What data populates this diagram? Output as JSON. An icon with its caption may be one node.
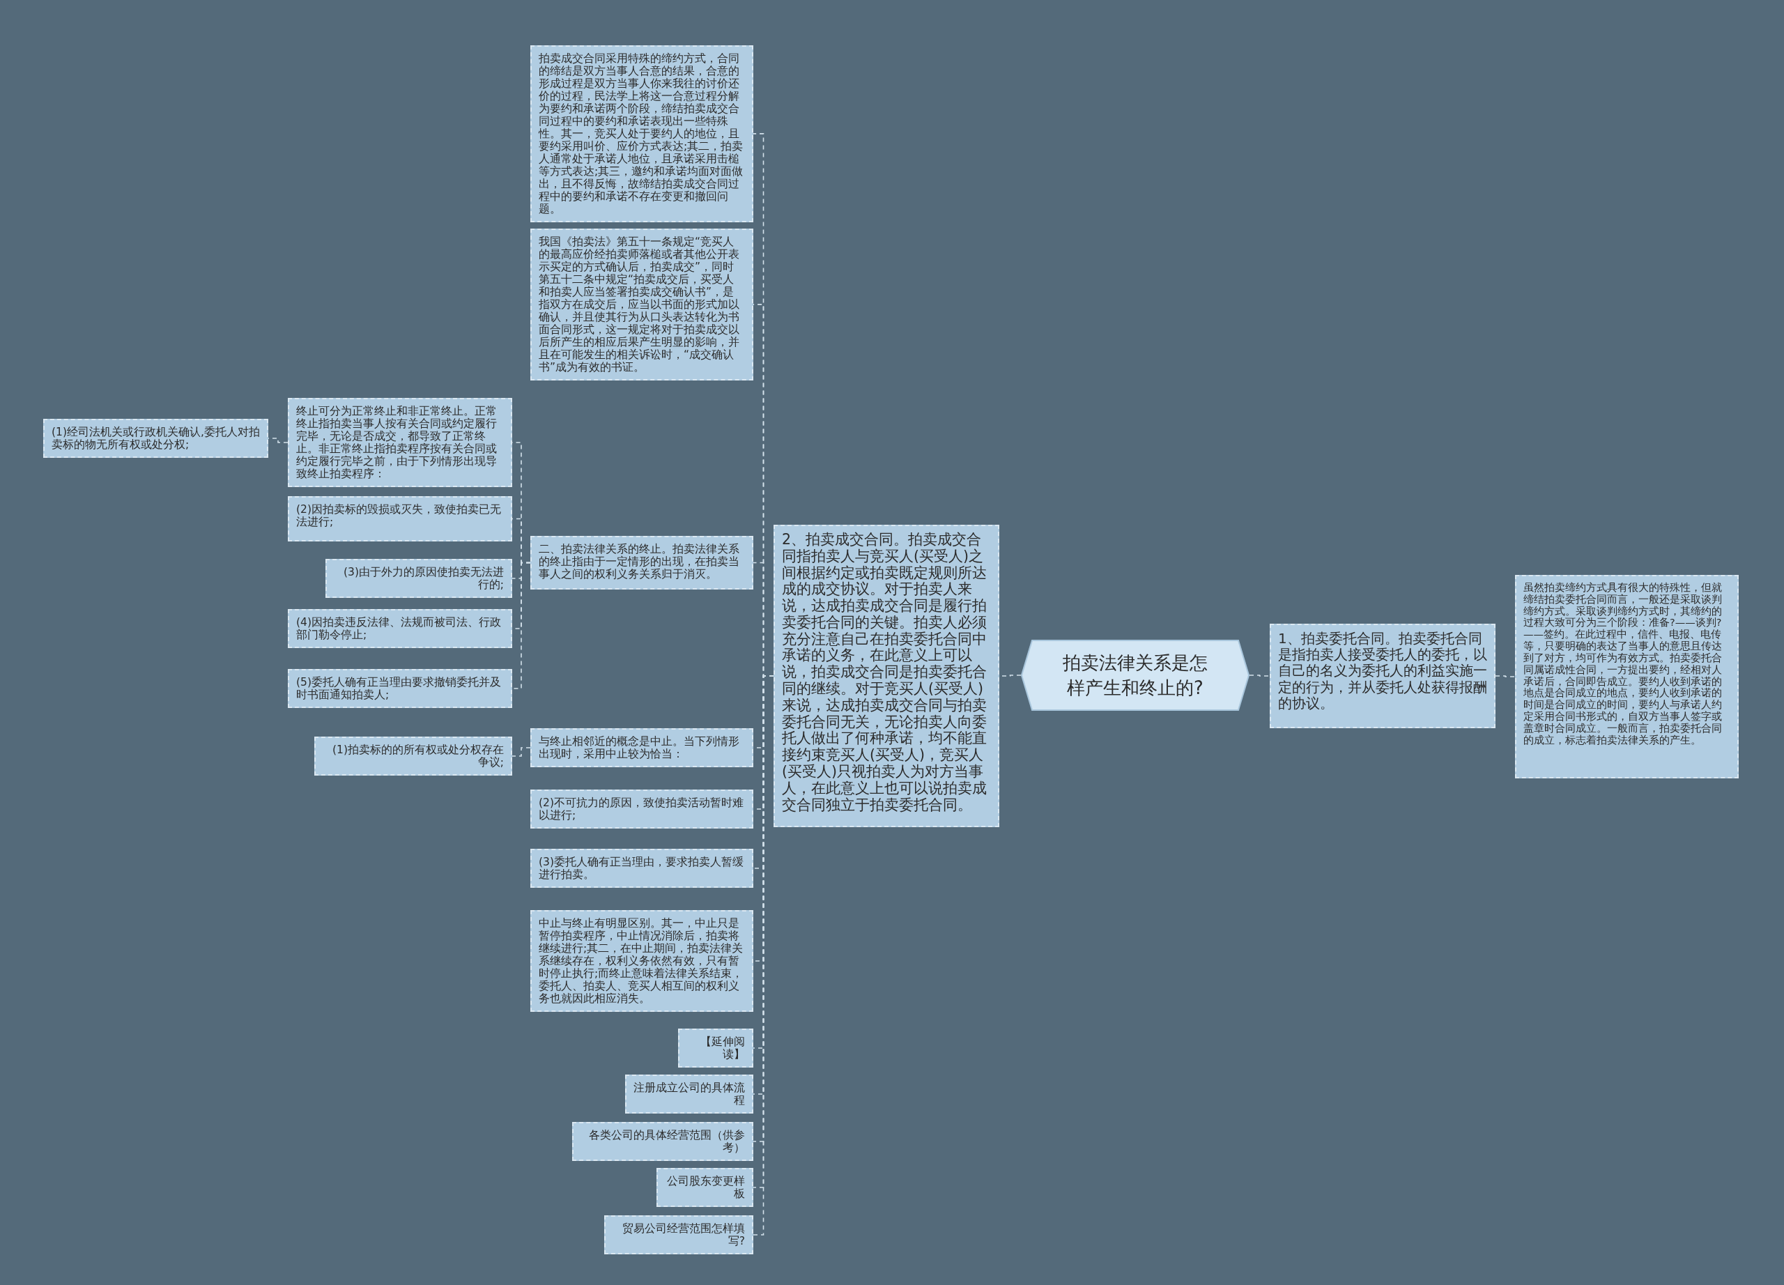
{
  "diagram": {
    "nodes": [
      {
        "text": [
          "拍卖法律关系是怎样产生和终止的?"
        ]
      },
      {
        "text": [
          "2、拍卖成交合同。拍卖成交合同指拍卖人与竞买人(买受人)之间根据约定或拍卖既定规则所达成的成交协议。对于拍卖人来说，达成拍卖成交合同是履行拍卖委托合同的关键。拍卖人必须充分注意自己在拍卖委托合同中承诺的义务，在此意义上可以说，拍卖成交合同是拍卖委托合同的继续。对于竞买人(买受人)来说，达成拍卖成交合同与拍卖委托合同无关，无论拍卖人向委托人做出了何种承诺，均不能直接约束竞买人(买受人)，竞买人(买受人)只视拍卖人为对方当事人，在此意义上也可以说拍卖成交合同独立于拍卖委托合同。"
        ]
      },
      {
        "text": [
          "拍卖成交合同采用特殊的缔约方式，合同的缔结是双方当事人合意的结果，合意的形成过程是双方当事人你来我往的讨价还价的过程，民法学上将这一合意过程分解为要约和承诺两个阶段，缔结拍卖成交合同过程中的要约和承诺表现出一些特殊性。其一，竞买人处于要约人的地位，且要约采用叫价、应价方式表达;其二，拍卖人通常处于承诺人地位，且承诺采用击槌等方式表达;其三，邀约和承诺均面对面做出，且不得反悔，故缔结拍卖成交合同过程中的要约和承诺不存在变更和撤回问题。"
        ]
      },
      {
        "text": [
          "我国《拍卖法》第五十一条规定“竞买人的最高应价经拍卖师落槌或者其他公开表示买定的方式确认后，拍卖成交”，同时第五十二条中规定“拍卖成交后，买受人和拍卖人应当签署拍卖成交确认书”，是指双方在成交后，应当以书面的形式加以确认，并且使其行为从口头表达转化为书面合同形式，这一规定将对于拍卖成交以后所产生的相应后果产生明显的影响，并且在可能发生的相关诉讼时，“成交确认书”成为有效的书证。"
        ]
      },
      {
        "text": [
          "二、拍卖法律关系的终止。拍卖法律关系的终止指由于一定情形的出现，在拍卖当事人之间的权利义务关系归于消灭。"
        ]
      },
      {
        "text": [
          "终止可分为正常终止和非正常终止。正常终止指拍卖当事人按有关合同或约定履行完毕，无论是否成交，都导致了正常终止。非正常终止指拍卖程序按有关合同或约定履行完毕之前，由于下列情形出现导致终止拍卖程序："
        ]
      },
      {
        "text": [
          "(1)经司法机关或行政机关确认,委托人对拍卖标的物无所有权或处分权;"
        ]
      },
      {
        "text": [
          "(2)因拍卖标的毁损或灭失，致使拍卖已无法进行;"
        ]
      },
      {
        "text": [
          "(3)由于外力的原因使拍卖无法进行的;"
        ]
      },
      {
        "text": [
          "(4)因拍卖违反法律、法规而被司法、行政部门勒令停止;"
        ]
      },
      {
        "text": [
          "(5)委托人确有正当理由要求撤销委托并及时书面通知拍卖人;"
        ]
      },
      {
        "text": [
          "与终止相邻近的概念是中止。当下列情形出现时，采用中止较为恰当："
        ]
      },
      {
        "text": [
          "(1)拍卖标的的所有权或处分权存在争议;"
        ]
      },
      {
        "text": [
          "(2)不可抗力的原因，致使拍卖活动暂时难以进行;"
        ]
      },
      {
        "text": [
          "(3)委托人确有正当理由，要求拍卖人暂缓进行拍卖。"
        ]
      },
      {
        "text": [
          "中止与终止有明显区别。其一，中止只是暂停拍卖程序，中止情况消除后，拍卖将继续进行;其二，在中止期间，拍卖法律关系继续存在，权利义务依然有效，只有暂时停止执行;而终止意味着法律关系结束，委托人、拍卖人、竞买人相互间的权利义务也就因此相应消失。"
        ]
      },
      {
        "text": [
          "【延伸阅读】"
        ]
      },
      {
        "text": [
          "注册成立公司的具体流程"
        ]
      },
      {
        "text": [
          "各类公司的具体经营范围（供参考）"
        ]
      },
      {
        "text": [
          "公司股东变更样板"
        ]
      },
      {
        "text": [
          "贸易公司经营范围怎样填写?"
        ]
      },
      {
        "text": [
          "1、拍卖委托合同。拍卖委托合同是指拍卖人接受委托人的委托，以自己的名义为委托人的利益实施一定的行为，并从委托人处获得报酬的协议。"
        ]
      },
      {
        "text": [
          "虽然拍卖缔约方式具有很大的特殊性，但就缔结拍卖委托合同而言，一般还是采取谈判缔约方式。采取谈判缔约方式时，其缔约的过程大致可分为三个阶段：准备?——谈判?——签约。在此过程中，信件、电报、电传等，只要明确的表达了当事人的意思且传达到了对方，均可作为有效方式。拍卖委托合同属诺成性合同，一方提出要约，经相对人承诺后，合同即告成立。要约人收到承诺的地点是合同成立的地点，要约人收到承诺的时间是合同成立的时间，要约人与承诺人约定采用合同书形式的，自双方当事人签字或盖章时合同成立。一般而言，拍卖委托合同的成立，标志着拍卖法律关系的产生。"
        ]
      }
    ],
    "edges": [
      {
        "from": 0,
        "to": 1,
        "arrow": "none"
      },
      {
        "from": 1,
        "to": 2,
        "arrow": "none"
      },
      {
        "from": 1,
        "to": 3,
        "arrow": "none"
      },
      {
        "from": 1,
        "to": 4,
        "arrow": "none"
      },
      {
        "from": 4,
        "to": 5,
        "arrow": "none"
      },
      {
        "from": 5,
        "to": 6,
        "arrow": "none"
      },
      {
        "from": 4,
        "to": 7,
        "arrow": "none"
      },
      {
        "from": 4,
        "to": 8,
        "arrow": "none"
      },
      {
        "from": 4,
        "to": 9,
        "arrow": "none"
      },
      {
        "from": 4,
        "to": 10,
        "arrow": "none"
      },
      {
        "from": 1,
        "to": 11,
        "arrow": "none"
      },
      {
        "from": 11,
        "to": 12,
        "arrow": "none"
      },
      {
        "from": 1,
        "to": 13,
        "arrow": "none"
      },
      {
        "from": 1,
        "to": 14,
        "arrow": "none"
      },
      {
        "from": 1,
        "to": 15,
        "arrow": "none"
      },
      {
        "from": 1,
        "to": 16,
        "arrow": "none"
      },
      {
        "from": 1,
        "to": 17,
        "arrow": "none"
      },
      {
        "from": 1,
        "to": 18,
        "arrow": "none"
      },
      {
        "from": 1,
        "to": 19,
        "arrow": "none"
      },
      {
        "from": 1,
        "to": 20,
        "arrow": "none"
      },
      {
        "from": 0,
        "to": 21,
        "arrow": "none"
      },
      {
        "from": 21,
        "to": 22,
        "arrow": "none"
      }
    ]
  }
}
